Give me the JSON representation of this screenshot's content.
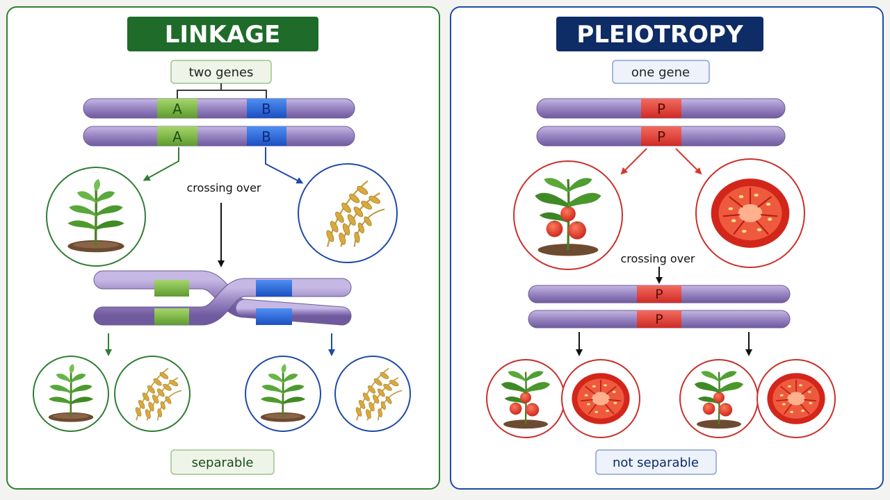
{
  "linkage": {
    "title": "LINKAGE",
    "gene_label": "two genes",
    "gene_a": "A",
    "gene_b": "B",
    "process_label": "crossing over",
    "result_label": "separable"
  },
  "pleiotropy": {
    "title": "PLEIOTROPY",
    "gene_label": "one gene",
    "gene_p": "P",
    "process_label": "crossing over",
    "result_label": "not separable"
  },
  "icons": {
    "plant": "plant-icon",
    "grain": "grain-icon",
    "tomato_plant": "tomato-plant-icon",
    "tomato_fruit": "tomato-fruit-icon"
  },
  "colors": {
    "linkage_accent": "#1e6b2a",
    "pleiotropy_accent": "#0e2c66",
    "gene_a": "#7cb342",
    "gene_b": "#1e5ed6",
    "gene_p": "#e03a3a",
    "chromosome": "#9b88c4",
    "blue_arrow": "#1e4aa8",
    "red_arrow": "#d23a2f"
  }
}
